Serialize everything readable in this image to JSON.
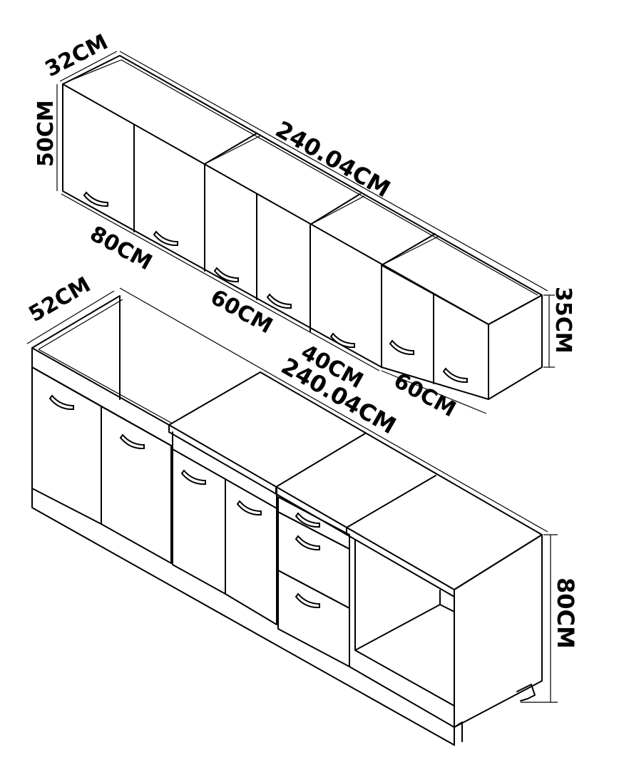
{
  "dimensions": {
    "upper_depth": "32CM",
    "upper_height": "50CM",
    "upper_length": "240.04CM",
    "upper_section_1": "80CM",
    "upper_section_2": "60CM",
    "upper_section_3": "40CM",
    "upper_section_4": "60CM",
    "upper_small_height": "35CM",
    "lower_depth": "52CM",
    "lower_length": "240.04CM",
    "lower_height": "80CM"
  },
  "colors": {
    "line": "#000000",
    "background": "#ffffff"
  }
}
